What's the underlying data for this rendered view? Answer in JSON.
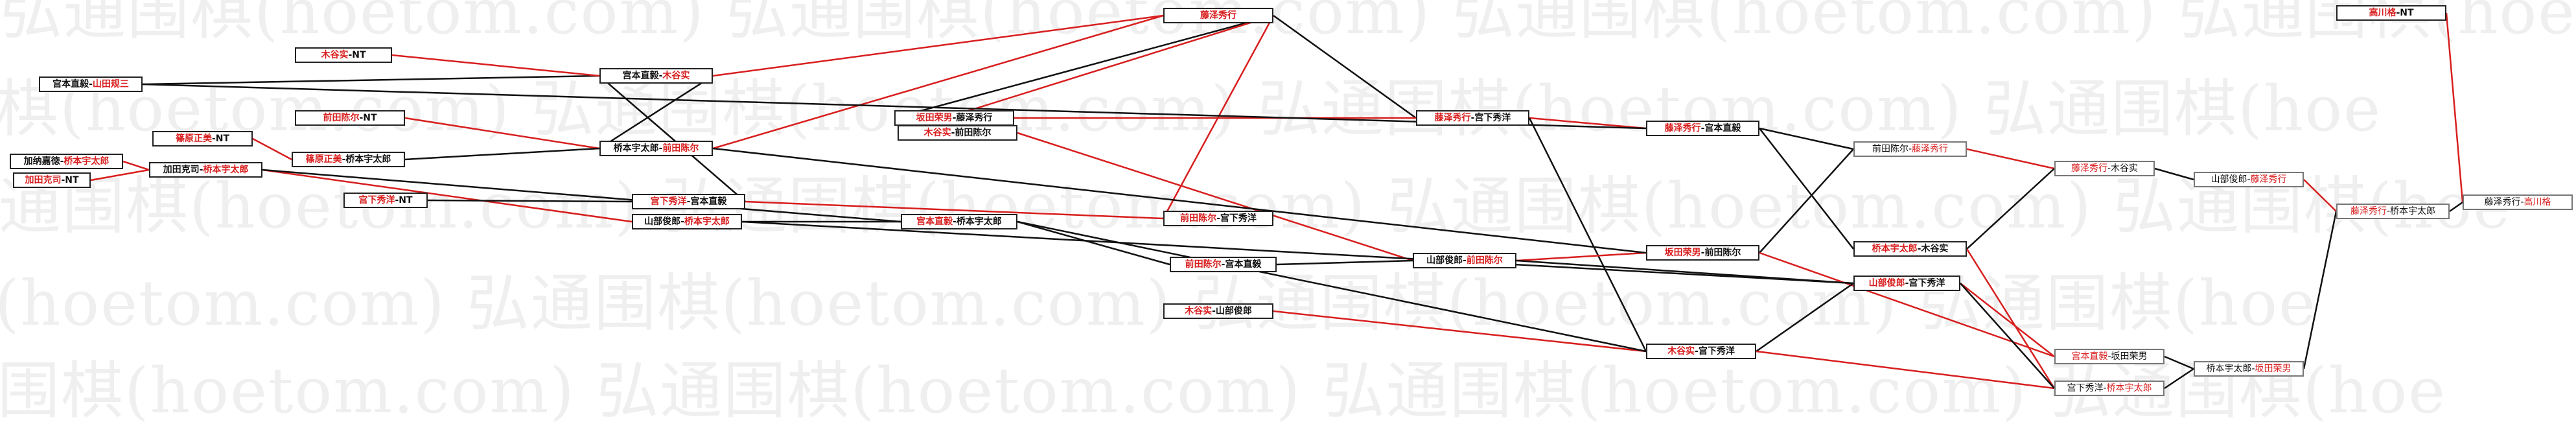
{
  "watermark": {
    "text": "弘通围棋(hoetom.com)  弘通围棋(hoetom.com)  弘通围棋(hoetom.com)  弘通围棋(hoetom.com)  弘通围棋(hoetom.com)  弘通围棋(hoetom.com)"
  },
  "colors": {
    "winner": "#d81e1e",
    "loser": "#111111",
    "line_red": "#d81e1e",
    "line_black": "#111111"
  },
  "nodes": [
    {
      "id": "n1",
      "a": "宫本直毅",
      "b": "山田规三",
      "win": "b",
      "muted": false
    },
    {
      "id": "n2",
      "a": "木谷实",
      "b": "NT",
      "win": "a",
      "muted": false
    },
    {
      "id": "n3",
      "a": "宫本直毅",
      "b": "木谷实",
      "win": "b",
      "muted": false
    },
    {
      "id": "n4",
      "a": "前田陈尔",
      "b": "NT",
      "win": "a",
      "muted": false
    },
    {
      "id": "n5",
      "a": "藤泽秀行",
      "b": "",
      "win": "a",
      "muted": false
    },
    {
      "id": "n6",
      "a": "篠原正美",
      "b": "NT",
      "win": "a",
      "muted": false
    },
    {
      "id": "n7",
      "a": "加纳嘉徳",
      "b": "桥本宇太郎",
      "win": "b",
      "muted": false
    },
    {
      "id": "n8",
      "a": "篠原正美",
      "b": "桥本宇太郎",
      "win": "a",
      "muted": false
    },
    {
      "id": "n9",
      "a": "桥本宇太郎",
      "b": "前田陈尔",
      "win": "b",
      "muted": false
    },
    {
      "id": "n10",
      "a": "加田克司",
      "b": "NT",
      "win": "a",
      "muted": false
    },
    {
      "id": "n11",
      "a": "加田克司",
      "b": "桥本宇太郎",
      "win": "b",
      "muted": false
    },
    {
      "id": "n12",
      "a": "宫下秀洋",
      "b": "NT",
      "win": "a",
      "muted": false
    },
    {
      "id": "n13",
      "a": "宫下秀洋",
      "b": "宫本直毅",
      "win": "a",
      "muted": false
    },
    {
      "id": "n14",
      "a": "山部俊郎",
      "b": "桥本宇太郎",
      "win": "b",
      "muted": false
    },
    {
      "id": "n15",
      "a": "坂田荣男",
      "b": "藤泽秀行",
      "win": "a",
      "muted": false
    },
    {
      "id": "n16",
      "a": "木谷实",
      "b": "前田陈尔",
      "win": "a",
      "muted": false
    },
    {
      "id": "n17",
      "a": "前田陈尔",
      "b": "宫下秀洋",
      "win": "a",
      "muted": false
    },
    {
      "id": "n18",
      "a": "宫本直毅",
      "b": "桥本宇太郎",
      "win": "a",
      "muted": false
    },
    {
      "id": "n19",
      "a": "前田陈尔",
      "b": "宫本直毅",
      "win": "a",
      "muted": false
    },
    {
      "id": "n20",
      "a": "木谷实",
      "b": "山部俊郎",
      "win": "a",
      "muted": false
    },
    {
      "id": "n21",
      "a": "藤泽秀行",
      "b": "宫下秀洋",
      "win": "a",
      "muted": false
    },
    {
      "id": "n22",
      "a": "山部俊郎",
      "b": "前田陈尔",
      "win": "b",
      "muted": false
    },
    {
      "id": "n23",
      "a": "藤泽秀行",
      "b": "宫本直毅",
      "win": "a",
      "muted": false
    },
    {
      "id": "n24",
      "a": "坂田荣男",
      "b": "前田陈尔",
      "win": "a",
      "muted": false
    },
    {
      "id": "n25",
      "a": "木谷实",
      "b": "宫下秀洋",
      "win": "a",
      "muted": false
    },
    {
      "id": "n26",
      "a": "前田陈尔",
      "b": "藤泽秀行",
      "win": "b",
      "muted": true
    },
    {
      "id": "n27",
      "a": "桥本宇太郎",
      "b": "木谷实",
      "win": "a",
      "muted": false
    },
    {
      "id": "n28",
      "a": "山部俊郎",
      "b": "宫下秀洋",
      "win": "a",
      "muted": false
    },
    {
      "id": "n29",
      "a": "藤泽秀行",
      "b": "木谷实",
      "win": "a",
      "muted": true
    },
    {
      "id": "n30",
      "a": "宫本直毅",
      "b": "坂田荣男",
      "win": "a",
      "muted": true
    },
    {
      "id": "n31",
      "a": "宫下秀洋",
      "b": "桥本宇太郎",
      "win": "b",
      "muted": true
    },
    {
      "id": "n32",
      "a": "山部俊郎",
      "b": "藤泽秀行",
      "win": "b",
      "muted": true
    },
    {
      "id": "n33",
      "a": "桥本宇太郎",
      "b": "坂田荣男",
      "win": "b",
      "muted": true
    },
    {
      "id": "n34",
      "a": "高川格",
      "b": "NT",
      "win": "a",
      "muted": false
    },
    {
      "id": "n35",
      "a": "藤泽秀行",
      "b": "桥本宇太郎",
      "win": "a",
      "muted": true
    },
    {
      "id": "n36",
      "a": "藤泽秀行",
      "b": "高川格",
      "win": "b",
      "muted": true
    }
  ],
  "edges": [
    [
      "n1",
      "n3",
      "black"
    ],
    [
      "n2",
      "n3",
      "red"
    ],
    [
      "n3",
      "n5",
      "red"
    ],
    [
      "n4",
      "n9",
      "red"
    ],
    [
      "n6",
      "n8",
      "red"
    ],
    [
      "n7",
      "n11",
      "red"
    ],
    [
      "n8",
      "n9",
      "black"
    ],
    [
      "n9",
      "n5",
      "red"
    ],
    [
      "n10",
      "n11",
      "red"
    ],
    [
      "n11",
      "n14",
      "red"
    ],
    [
      "n12",
      "n13",
      "black"
    ],
    [
      "n13",
      "n17",
      "red"
    ],
    [
      "n14",
      "n18",
      "black"
    ],
    [
      "n5",
      "n15",
      "black"
    ],
    [
      "n5",
      "n21",
      "black"
    ],
    [
      "n15",
      "n21",
      "red"
    ],
    [
      "n5",
      "n16",
      "red"
    ],
    [
      "n5",
      "n17",
      "red"
    ],
    [
      "n16",
      "n22",
      "red"
    ],
    [
      "n18",
      "n19",
      "black"
    ],
    [
      "n19",
      "n22",
      "black"
    ],
    [
      "n20",
      "n25",
      "red"
    ],
    [
      "n21",
      "n23",
      "red"
    ],
    [
      "n21",
      "n25",
      "black"
    ],
    [
      "n22",
      "n24",
      "red"
    ],
    [
      "n22",
      "n28",
      "black"
    ],
    [
      "n23",
      "n26",
      "black"
    ],
    [
      "n23",
      "n27",
      "black"
    ],
    [
      "n24",
      "n26",
      "black"
    ],
    [
      "n24",
      "n30",
      "red"
    ],
    [
      "n25",
      "n28",
      "black"
    ],
    [
      "n25",
      "n31",
      "red"
    ],
    [
      "n26",
      "n29",
      "red"
    ],
    [
      "n27",
      "n29",
      "black"
    ],
    [
      "n27",
      "n31",
      "red"
    ],
    [
      "n28",
      "n30",
      "red"
    ],
    [
      "n28",
      "n31",
      "black"
    ],
    [
      "n29",
      "n32",
      "black"
    ],
    [
      "n30",
      "n33",
      "black"
    ],
    [
      "n31",
      "n33",
      "black"
    ],
    [
      "n32",
      "n35",
      "red"
    ],
    [
      "n33",
      "n35",
      "black"
    ],
    [
      "n34",
      "n36",
      "red"
    ],
    [
      "n35",
      "n36",
      "black"
    ],
    [
      "n1",
      "n23",
      "black"
    ],
    [
      "n9",
      "n24",
      "black"
    ],
    [
      "n14",
      "n28",
      "black"
    ],
    [
      "n18",
      "n25",
      "black"
    ],
    [
      "n3",
      "n9",
      "black"
    ],
    [
      "n13",
      "n3",
      "black"
    ],
    [
      "n11",
      "n18",
      "black"
    ]
  ]
}
